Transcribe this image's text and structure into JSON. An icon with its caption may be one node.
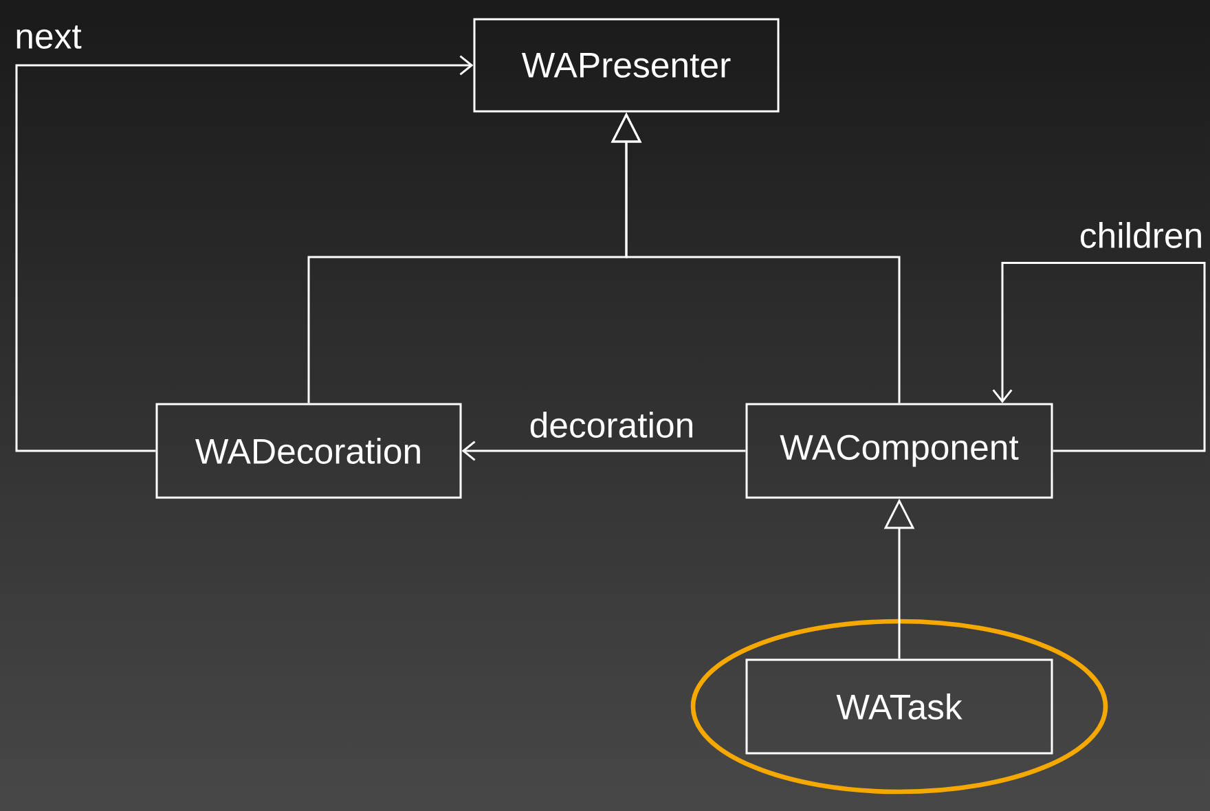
{
  "diagram": {
    "nodes": [
      {
        "text": [
          "WAPresenter"
        ]
      },
      {
        "text": [
          "WADecoration"
        ]
      },
      {
        "text": [
          "WAComponent"
        ]
      },
      {
        "text": [
          "WATask"
        ]
      }
    ],
    "edges": [
      {
        "from": 1,
        "to": 0,
        "arrow": "to"
      },
      {
        "from": 2,
        "to": 0,
        "arrow": "to"
      },
      {
        "from": 1,
        "to": 0,
        "arrow": "to",
        "label": "next"
      },
      {
        "from": 2,
        "to": 1,
        "arrow": "to",
        "label": "decoration"
      },
      {
        "from": 2,
        "to": 2,
        "arrow": "to",
        "label": "children"
      },
      {
        "from": 3,
        "to": 2,
        "arrow": "to"
      }
    ]
  }
}
